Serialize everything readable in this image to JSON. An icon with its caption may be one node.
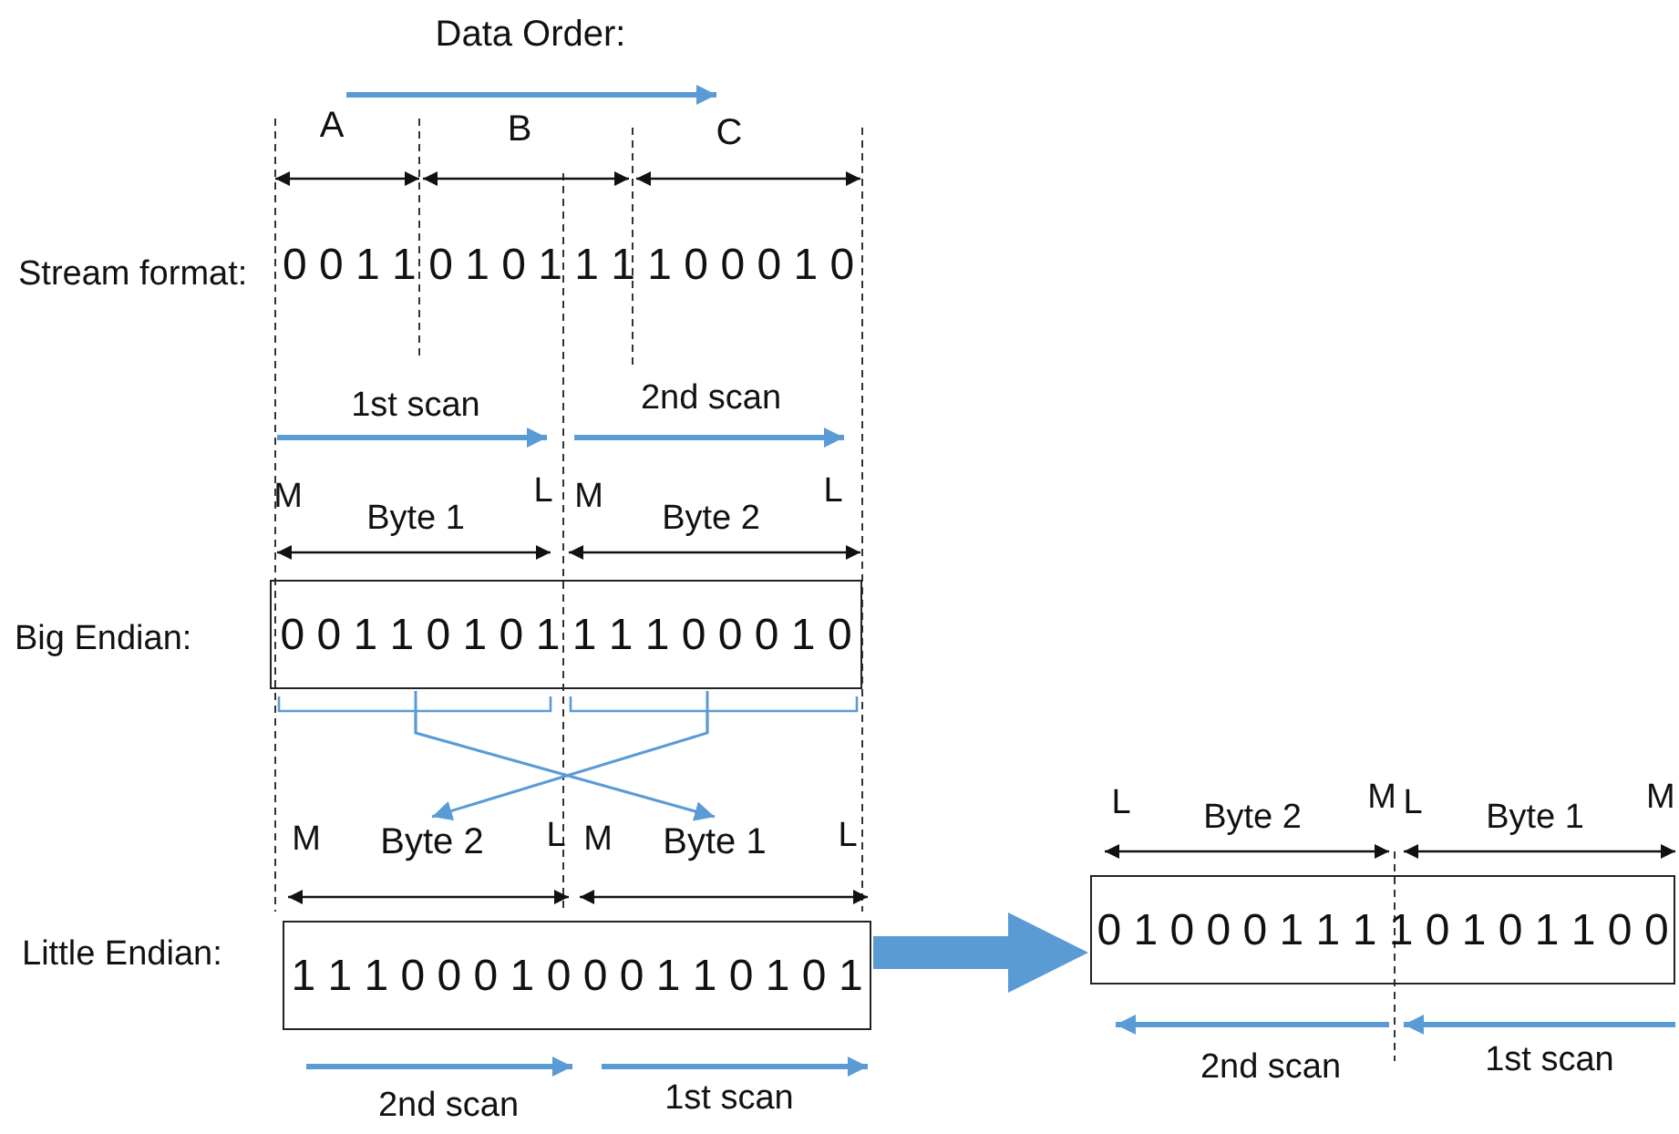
{
  "diagram": {
    "nodes": [
      {
        "text": [
          "0 0 1 1 0 1 0 1 1 1 1 0 0 0 1 0"
        ]
      },
      {
        "text": [
          "Byte 2"
        ]
      },
      {
        "text": [
          "Byte 1"
        ]
      },
      {
        "text": [
          "1 1 1 0 0 0 1 0 0 0 1 1 0 1 0 1"
        ]
      },
      {
        "text": [
          "0 1 0 0 0 1 1 1 1 0 1 0 1 1 0 0"
        ]
      }
    ],
    "edges": [
      {
        "from": 0,
        "to": 2,
        "arrow": "to"
      },
      {
        "from": 0,
        "to": 1,
        "arrow": "to"
      },
      {
        "from": 3,
        "to": 4,
        "arrow": "to",
        "style": "thick"
      }
    ],
    "labels": [
      "Data Order:",
      "A",
      "B",
      "C",
      "Stream format:",
      "0 0 1 1 0 1 0 1 1 1 1 0 0 0 1 0",
      "1st scan",
      "2nd scan",
      "M",
      "Byte 1",
      "L",
      "M",
      "Byte 2",
      "L",
      "Big Endian:",
      "M",
      "L",
      "M",
      "L",
      "Little Endian:",
      "2nd scan",
      "1st scan",
      "L",
      "Byte 2",
      "M",
      "L",
      "Byte 1",
      "M",
      "2nd scan",
      "1st scan"
    ]
  }
}
